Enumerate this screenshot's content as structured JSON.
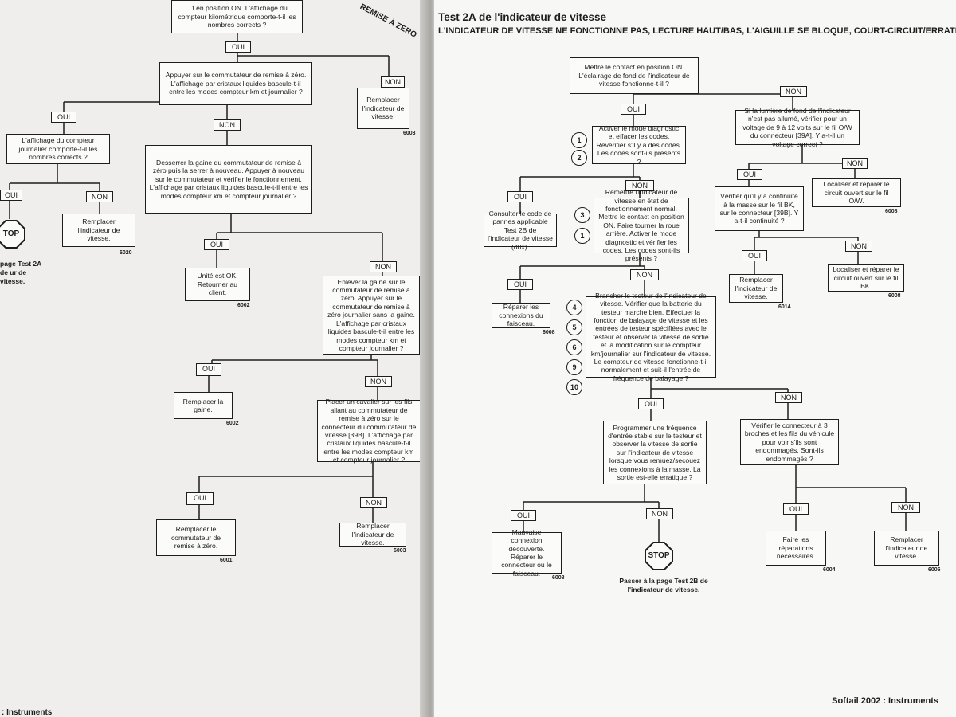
{
  "left_page": {
    "side_header": "REMISE À ZÉRO",
    "footer": ": Instruments",
    "boxes": {
      "q_top": "...t en position ON. L'affichage du compteur kilométrique comporte-t-il les nombres corrects ?",
      "q_appuyer": "Appuyer sur le commutateur de remise à zéro. L'affichage par cristaux liquides bascule-t-il entre les modes compteur km et journalier ?",
      "r_remplacer_ind1": "Remplacer l'indicateur de vitesse.",
      "q_journalier": "L'affichage du compteur journalier comporte-t-il les nombres corrects ?",
      "q_desserrer": "Desserrer la gaine du commutateur de remise à zéro puis la serrer à nouveau. Appuyer à nouveau sur le commutateur et vérifier le fonctionnement. L'affichage par cristaux liquides bascule-t-il entre les modes compteur km et compteur journalier ?",
      "r_remplacer_ind2": "Remplacer l'indicateur de vitesse.",
      "r_unite_ok": "Unité est OK. Retourner au client.",
      "q_enlever": "Enlever la gaine sur le commutateur de remise à zéro. Appuyer sur le commutateur de remise à zéro journalier sans la gaine. L'affichage par cristaux liquides bascule-t-il entre les modes compteur km et compteur journalier ?",
      "r_gaine": "Remplacer la gaine.",
      "q_cavalier": "Placer un cavalier sur les fils allant au commutateur de remise à zéro sur le connecteur du commutateur de vitesse [39B]. L'affichage par cristaux liquides bascule-t-il entre les modes compteur km et compteur journalier ?",
      "r_commutateur": "Remplacer le commutateur de remise à zéro.",
      "r_remplacer_ind3": "Remplacer l'indicateur de vitesse."
    },
    "labels": {
      "oui1": "OUI",
      "non1": "NON",
      "oui2": "OUI",
      "non2": "NON",
      "oui3": "OUI",
      "non3": "NON",
      "oui4": "OUI",
      "non4": "NON",
      "oui5": "OUI",
      "non5": "NON",
      "oui6": "OUI",
      "non6": "NON"
    },
    "codes": {
      "c6020": "6020",
      "c6002a": "6002",
      "c6002b": "6002",
      "c6001": "6001",
      "c6003": "6003",
      "c6003b": "6003"
    },
    "stop_text": "TOP",
    "stop_note": "page Test 2A de ur de vitesse."
  },
  "right_page": {
    "title": "Test 2A de l'indicateur de vitesse",
    "subtitle": "L'INDICATEUR DE VITESSE NE FONCTIONNE PAS, LECTURE HAUT/BAS, L'AIGUILLE SE BLOQUE, COURT-CIRCUIT/ERRATIQUE, SIGNAL DE SORTIE DE VITESSE NE FONCTIONNE PAS",
    "footer": "Softail 2002 : Instruments",
    "boxes": {
      "q_contact": "Mettre le contact en position ON. L'éclairage de fond de l'indicateur de vitesse fonctionne-t-il ?",
      "q_diag": "Activer le mode diagnostic et effacer les codes. Revérifier s'il y a des codes. Les codes sont-ils présents ?",
      "q_lumiere": "Si la lumière de fond de l'indicateur n'est pas allumé, vérifier pour un voltage de 9 à 12 volts sur le fil O/W du connecteur [39A]. Y a-t-il un voltage correct ?",
      "r_consulter": "Consulter le code de pannes applicable Test 2B de l'indicateur de vitesse (d0x).",
      "q_remettre": "Remettre l'indicateur de vitesse en état de fonctionnement normal. Mettre le contact en position ON. Faire tourner la roue arrière. Activer le mode diagnostic et vérifier les codes. Les codes sont-ils présents ?",
      "q_continuite": "Vérifier qu'il y a continuité à la masse sur le fil BK, sur le connecteur [39B]. Y a-t-il continuité ?",
      "r_localiser_ow": "Localiser et réparer le circuit ouvert sur le fil O/W.",
      "r_reparer_faisceau": "Réparer les connexions du faisceau.",
      "q_brancher": "Brancher le testeur de l'indicateur de vitesse. Vérifier que la batterie du testeur marche bien. Effectuer la fonction de balayage de vitesse et les entrées de testeur spécifiées avec le testeur et observer la vitesse de sortie et la modification sur le compteur km/journalier sur l'indicateur de vitesse. Le compteur de vitesse fonctionne-t-il normalement et suit-il l'entrée de fréquence de balayage ?",
      "r_remplacer_ind": "Remplacer l'indicateur de vitesse.",
      "r_localiser_bk": "Localiser et réparer le circuit ouvert sur le fil BK.",
      "q_programmer": "Programmer une fréquence d'entrée stable sur le testeur et observer la vitesse de sortie sur l'indicateur de vitesse lorsque vous remuez/secouez les connexions à la masse. La sortie est-elle erratique ?",
      "q_connecteur3": "Vérifier le connecteur à 3 broches et les fils du véhicule pour voir s'ils sont endommagés. Sont-ils endommagés ?",
      "r_mauvaise": "Mauvaise connexion découverte. Réparer le connecteur ou le faisceau.",
      "r_faire": "Faire les réparations nécessaires.",
      "r_remplacer_ind_b": "Remplacer l'indicateur de vitesse."
    },
    "labels": {
      "oui1": "OUI",
      "non1": "NON",
      "oui2": "OUI",
      "non2": "NON",
      "oui3": "OUI",
      "non3": "NON",
      "oui4": "OUI",
      "non4": "NON",
      "oui5": "OUI",
      "non5": "NON",
      "oui6": "OUI",
      "non6": "NON",
      "oui7": "OUI",
      "non7": "NON",
      "oui8": "OUI",
      "non8": "NON"
    },
    "step_numbers": [
      "1",
      "2",
      "3",
      "1",
      "4",
      "5",
      "6",
      "9",
      "10"
    ],
    "codes": {
      "c6008a": "6008",
      "c6008b": "6008",
      "c6014": "6014",
      "c6008c": "6008",
      "c6008d": "6008",
      "c6004": "6004",
      "c6006": "6006"
    },
    "stop_text": "STOP",
    "stop_note": "Passer à la page Test 2B de l'indicateur de vitesse."
  },
  "colors": {
    "ink": "#1d1d1d",
    "paper_left": "#efeeec",
    "paper_right": "#f7f7f5",
    "background": "#c9c7c3"
  }
}
